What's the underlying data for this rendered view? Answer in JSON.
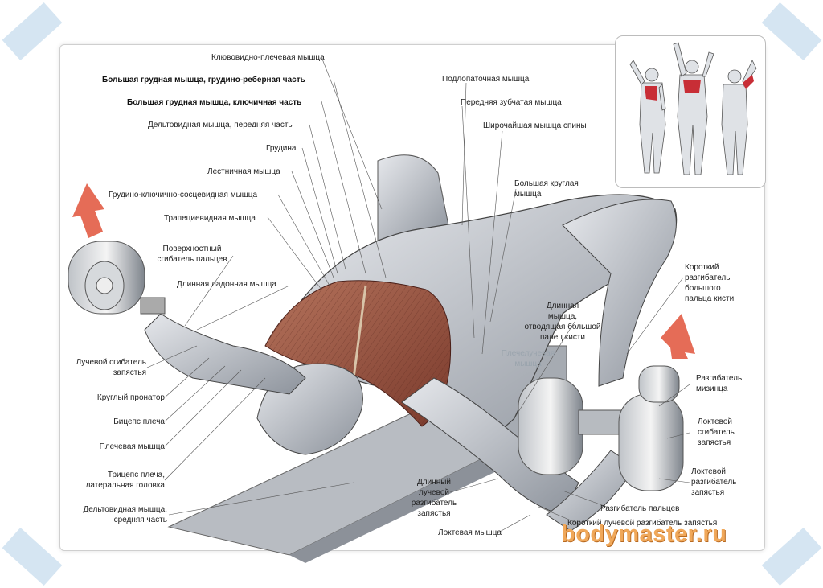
{
  "labels": {
    "coracobrachialis": "Клювовидно-плечевая мышца",
    "pec_major_sternocostal": "Большая грудная мышца, грудино-реберная часть",
    "pec_major_clavicular": "Большая грудная мышца, ключичная часть",
    "deltoid_anterior": "Дельтовидная мышца, передняя часть",
    "sternum": "Грудина",
    "scalene": "Лестничная мышца",
    "sternocleidomastoid": "Грудино-ключично-сосцевидная мышца",
    "trapezius": "Трапециевидная мышца",
    "fds_line1": "Поверхностный",
    "fds_line2": "сгибатель пальцев",
    "palmaris_longus": "Длинная ладонная мышца",
    "fcr_line1": "Лучевой сгибатель",
    "fcr_line2": "запястья",
    "pronator_teres": "Круглый пронатор",
    "biceps": "Бицепс плеча",
    "brachialis": "Плечевая мышца",
    "triceps_line1": "Трицепс плеча,",
    "triceps_line2": "латеральная головка",
    "deltoid_middle_line1": "Дельтовидная мышца,",
    "deltoid_middle_line2": "средняя часть",
    "subscapularis": "Подлопаточная мышца",
    "serratus_anterior": "Передняя зубчатая мышца",
    "latissimus": "Широчайшая мышца спины",
    "teres_major_line1": "Большая круглая",
    "teres_major_line2": "мышца",
    "epb_line1": "Короткий",
    "epb_line2": "разгибатель",
    "epb_line3": "большого",
    "epb_line4": "пальца кисти",
    "apl_line1": "Длинная",
    "apl_line2": "мышца,",
    "apl_line3": "отводящая большой",
    "apl_line4": "палец кисти",
    "brachioradialis_line1": "Плечелучевая",
    "brachioradialis_line2": "мышца",
    "edm_line1": "Разгибатель",
    "edm_line2": "мизинца",
    "fcu_line1": "Локтевой",
    "fcu_line2": "сгибатель",
    "fcu_line3": "запястья",
    "ecu_line1": "Локтевой",
    "ecu_line2": "разгибатель",
    "ecu_line3": "запястья",
    "ecrl_line1": "Длинный",
    "ecrl_line2": "лучевой",
    "ecrl_line3": "разгибатель",
    "ecrl_line4": "запястья",
    "extensor_digitorum": "Разгибатель пальцев",
    "ecrb": "Короткий лучевой разгибатель запястья",
    "anconeus": "Локтевая мышца"
  },
  "brand": "bodymaster.ru",
  "colors": {
    "highlight_muscle": "#c85a5a",
    "arrow": "#e0523a",
    "brand": "#f0a85a"
  }
}
